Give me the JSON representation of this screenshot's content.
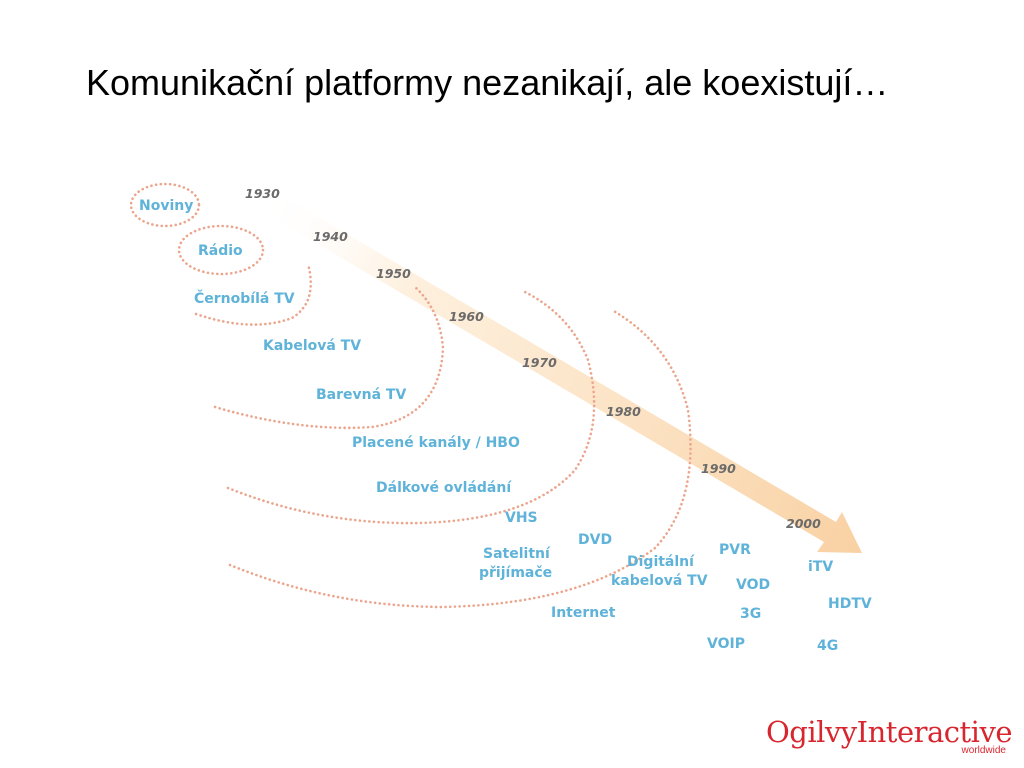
{
  "slide": {
    "title": "Komunikační platformy nezanikají, ale koexistují…"
  },
  "diagram": {
    "years": [
      "1930",
      "1940",
      "1950",
      "1960",
      "1970",
      "1980",
      "1990",
      "2000"
    ],
    "technologies": [
      {
        "key": "noviny",
        "text": "Noviny"
      },
      {
        "key": "radio",
        "text": "Rádio"
      },
      {
        "key": "cernobila",
        "text": "Černobílá TV"
      },
      {
        "key": "kabelova",
        "text": "Kabelová TV"
      },
      {
        "key": "barevna",
        "text": "Barevná TV"
      },
      {
        "key": "placene",
        "text": "Placené kanály / HBO"
      },
      {
        "key": "dalkove",
        "text": "Dálkové ovládání"
      },
      {
        "key": "vhs",
        "text": "VHS"
      },
      {
        "key": "satelitni1",
        "text": "Satelitní"
      },
      {
        "key": "satelitni2",
        "text": "přijímače"
      },
      {
        "key": "dvd",
        "text": "DVD"
      },
      {
        "key": "internet",
        "text": "Internet"
      },
      {
        "key": "digitalni1",
        "text": "Digitální"
      },
      {
        "key": "digitalni2",
        "text": "kabelová TV"
      },
      {
        "key": "pvr",
        "text": "PVR"
      },
      {
        "key": "vod",
        "text": "VOD"
      },
      {
        "key": "3g",
        "text": "3G"
      },
      {
        "key": "voip",
        "text": "VOIP"
      },
      {
        "key": "itv",
        "text": "iTV"
      },
      {
        "key": "hdtv",
        "text": "HDTV"
      },
      {
        "key": "4g",
        "text": "4G"
      }
    ],
    "colors": {
      "labels": "#5fb3d9",
      "dots": "#eba58d",
      "arrow": "#fbdcb4",
      "years": "#6b6b6b"
    }
  },
  "logo": {
    "name": "OgilvyInteractive",
    "sub": "worldwide"
  }
}
